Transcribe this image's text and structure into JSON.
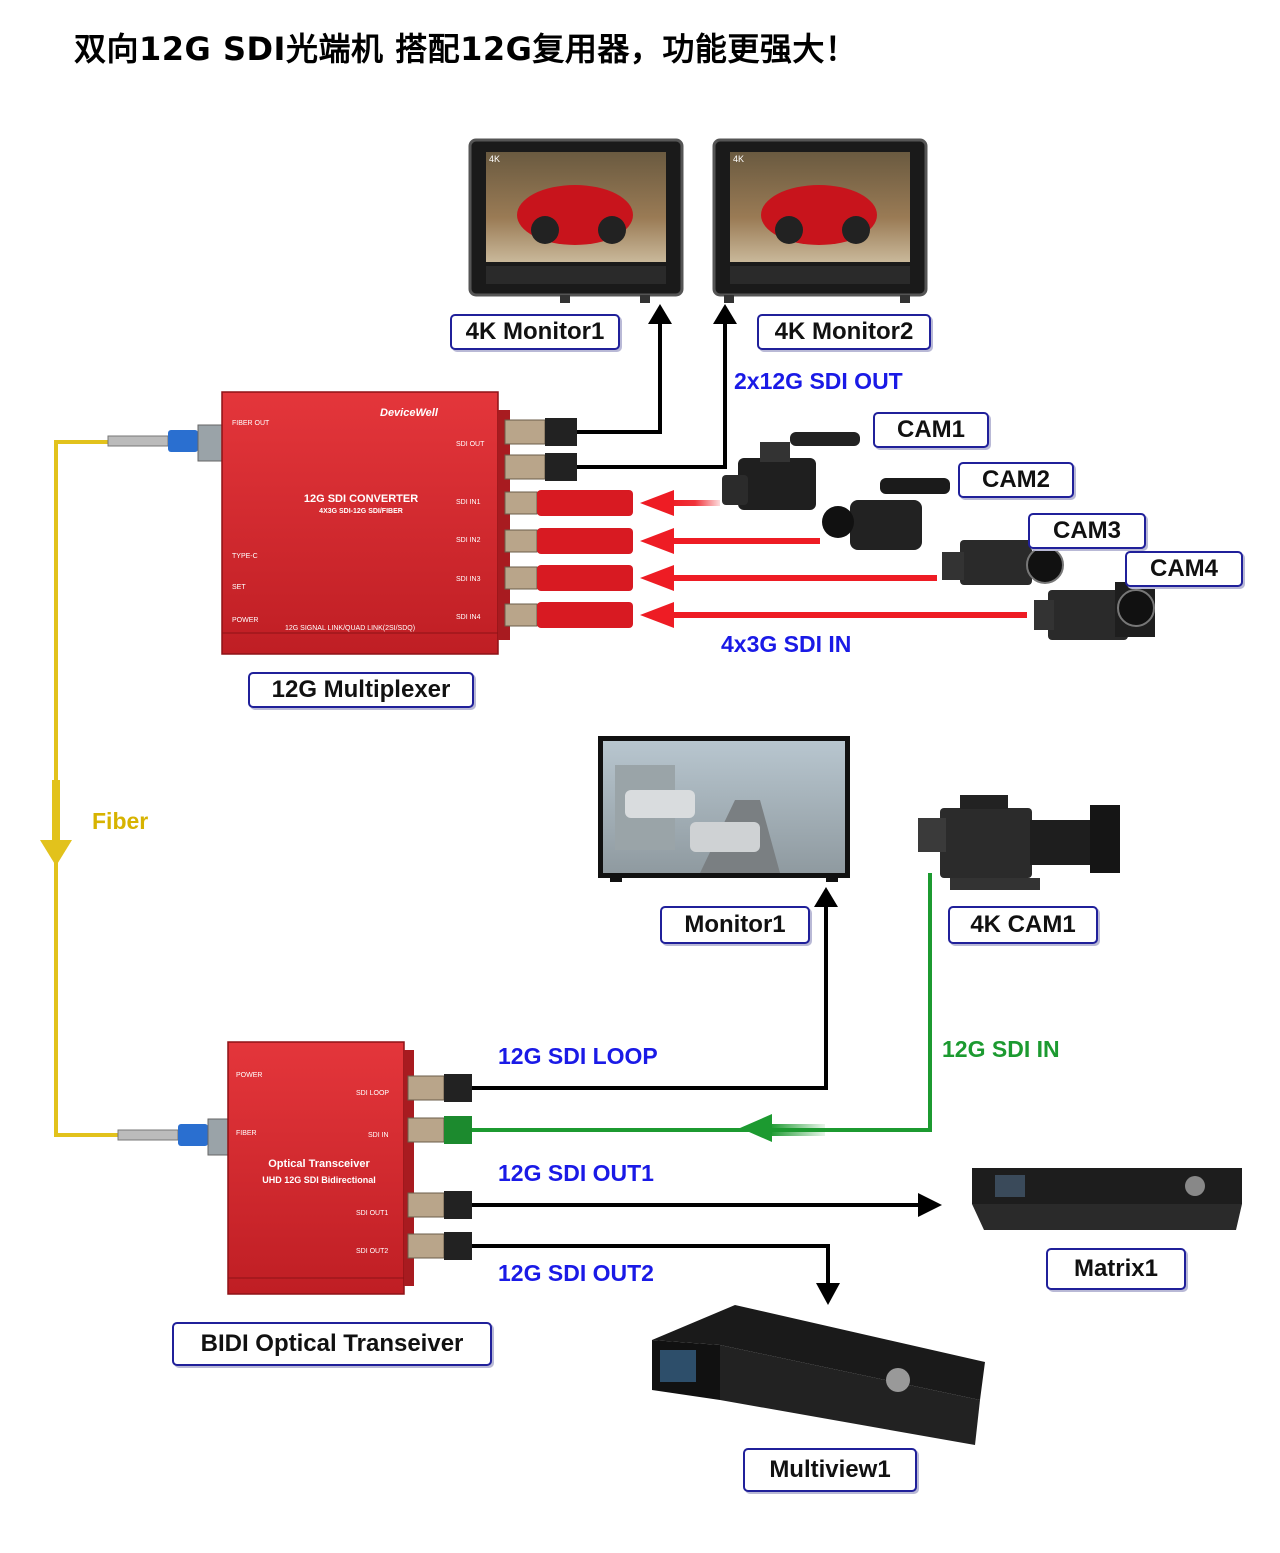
{
  "title": "双向12G SDI光端机 搭配12G复用器，功能更强大！",
  "monitors_top": {
    "monitor1": "4K Monitor1",
    "monitor2": "4K Monitor2",
    "screen_tag": "4K"
  },
  "cameras": {
    "cam1": "CAM1",
    "cam2": "CAM2",
    "cam3": "CAM3",
    "cam4": "CAM4",
    "cam_4k": "4K CAM1"
  },
  "multiplexer": {
    "label": "12G Multiplexer",
    "brand": "DeviceWell",
    "title": "12G SDI CONVERTER",
    "subtitle": "4X3G SDI-12G SDI/FIBER",
    "fiber_out": "FIBER OUT",
    "sdi_out": "SDI OUT",
    "inputs": [
      "SDI IN1",
      "SDI IN2",
      "SDI IN3",
      "SDI IN4"
    ],
    "type_c": "TYPE-C",
    "set": "SET",
    "power": "POWER",
    "link": "12G SIGNAL LINK/QUAD LINK(2SI/SDQ)"
  },
  "transceiver": {
    "label": "BIDI Optical  Transeiver",
    "title": "Optical Transceiver",
    "subtitle": "UHD 12G SDI Bidirectional",
    "power": "POWER",
    "fiber": "FIBER",
    "ports": [
      "SDI LOOP",
      "SDI IN",
      "SDI OUT1",
      "SDI OUT2"
    ]
  },
  "signals": {
    "sdi_out": "2x12G SDI OUT",
    "sdi_in": "4x3G SDI IN",
    "fiber": "Fiber",
    "loop": "12G SDI LOOP",
    "in_12g": "12G SDI IN",
    "out1": "12G SDI OUT1",
    "out2": "12G SDI OUT2"
  },
  "outputs": {
    "monitor": "Monitor1",
    "matrix": "Matrix1",
    "multiview": "Multiview1"
  },
  "colors": {
    "device_red": "#d42a2f",
    "fiber_yellow": "#e2c21c",
    "input_red": "#ee1c24",
    "sdi_in_green": "#1c9a30",
    "label_blue": "#1a1ae6",
    "border_navy": "#20209a"
  }
}
